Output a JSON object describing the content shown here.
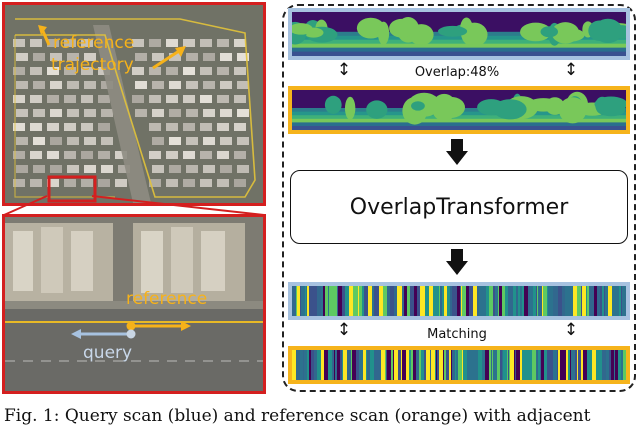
{
  "aerial_view": {
    "reference_label": "reference",
    "trajectory_label": "trajectory"
  },
  "street_view": {
    "reference_label": "reference",
    "query_label": "query"
  },
  "pipeline": {
    "overlap_label": "Overlap:48%",
    "model_name": "OverlapTransformer",
    "matching_label": "Matching",
    "query_color": "#a7c2e0",
    "reference_color": "#f6b41c"
  },
  "caption": "Fig. 1: Query scan (blue) and reference scan (orange) with adjacent",
  "colors": {
    "highlight_red": "#d41f1f",
    "annotation_orange": "#f6b21a",
    "query_blue": "#a7c2e0"
  }
}
